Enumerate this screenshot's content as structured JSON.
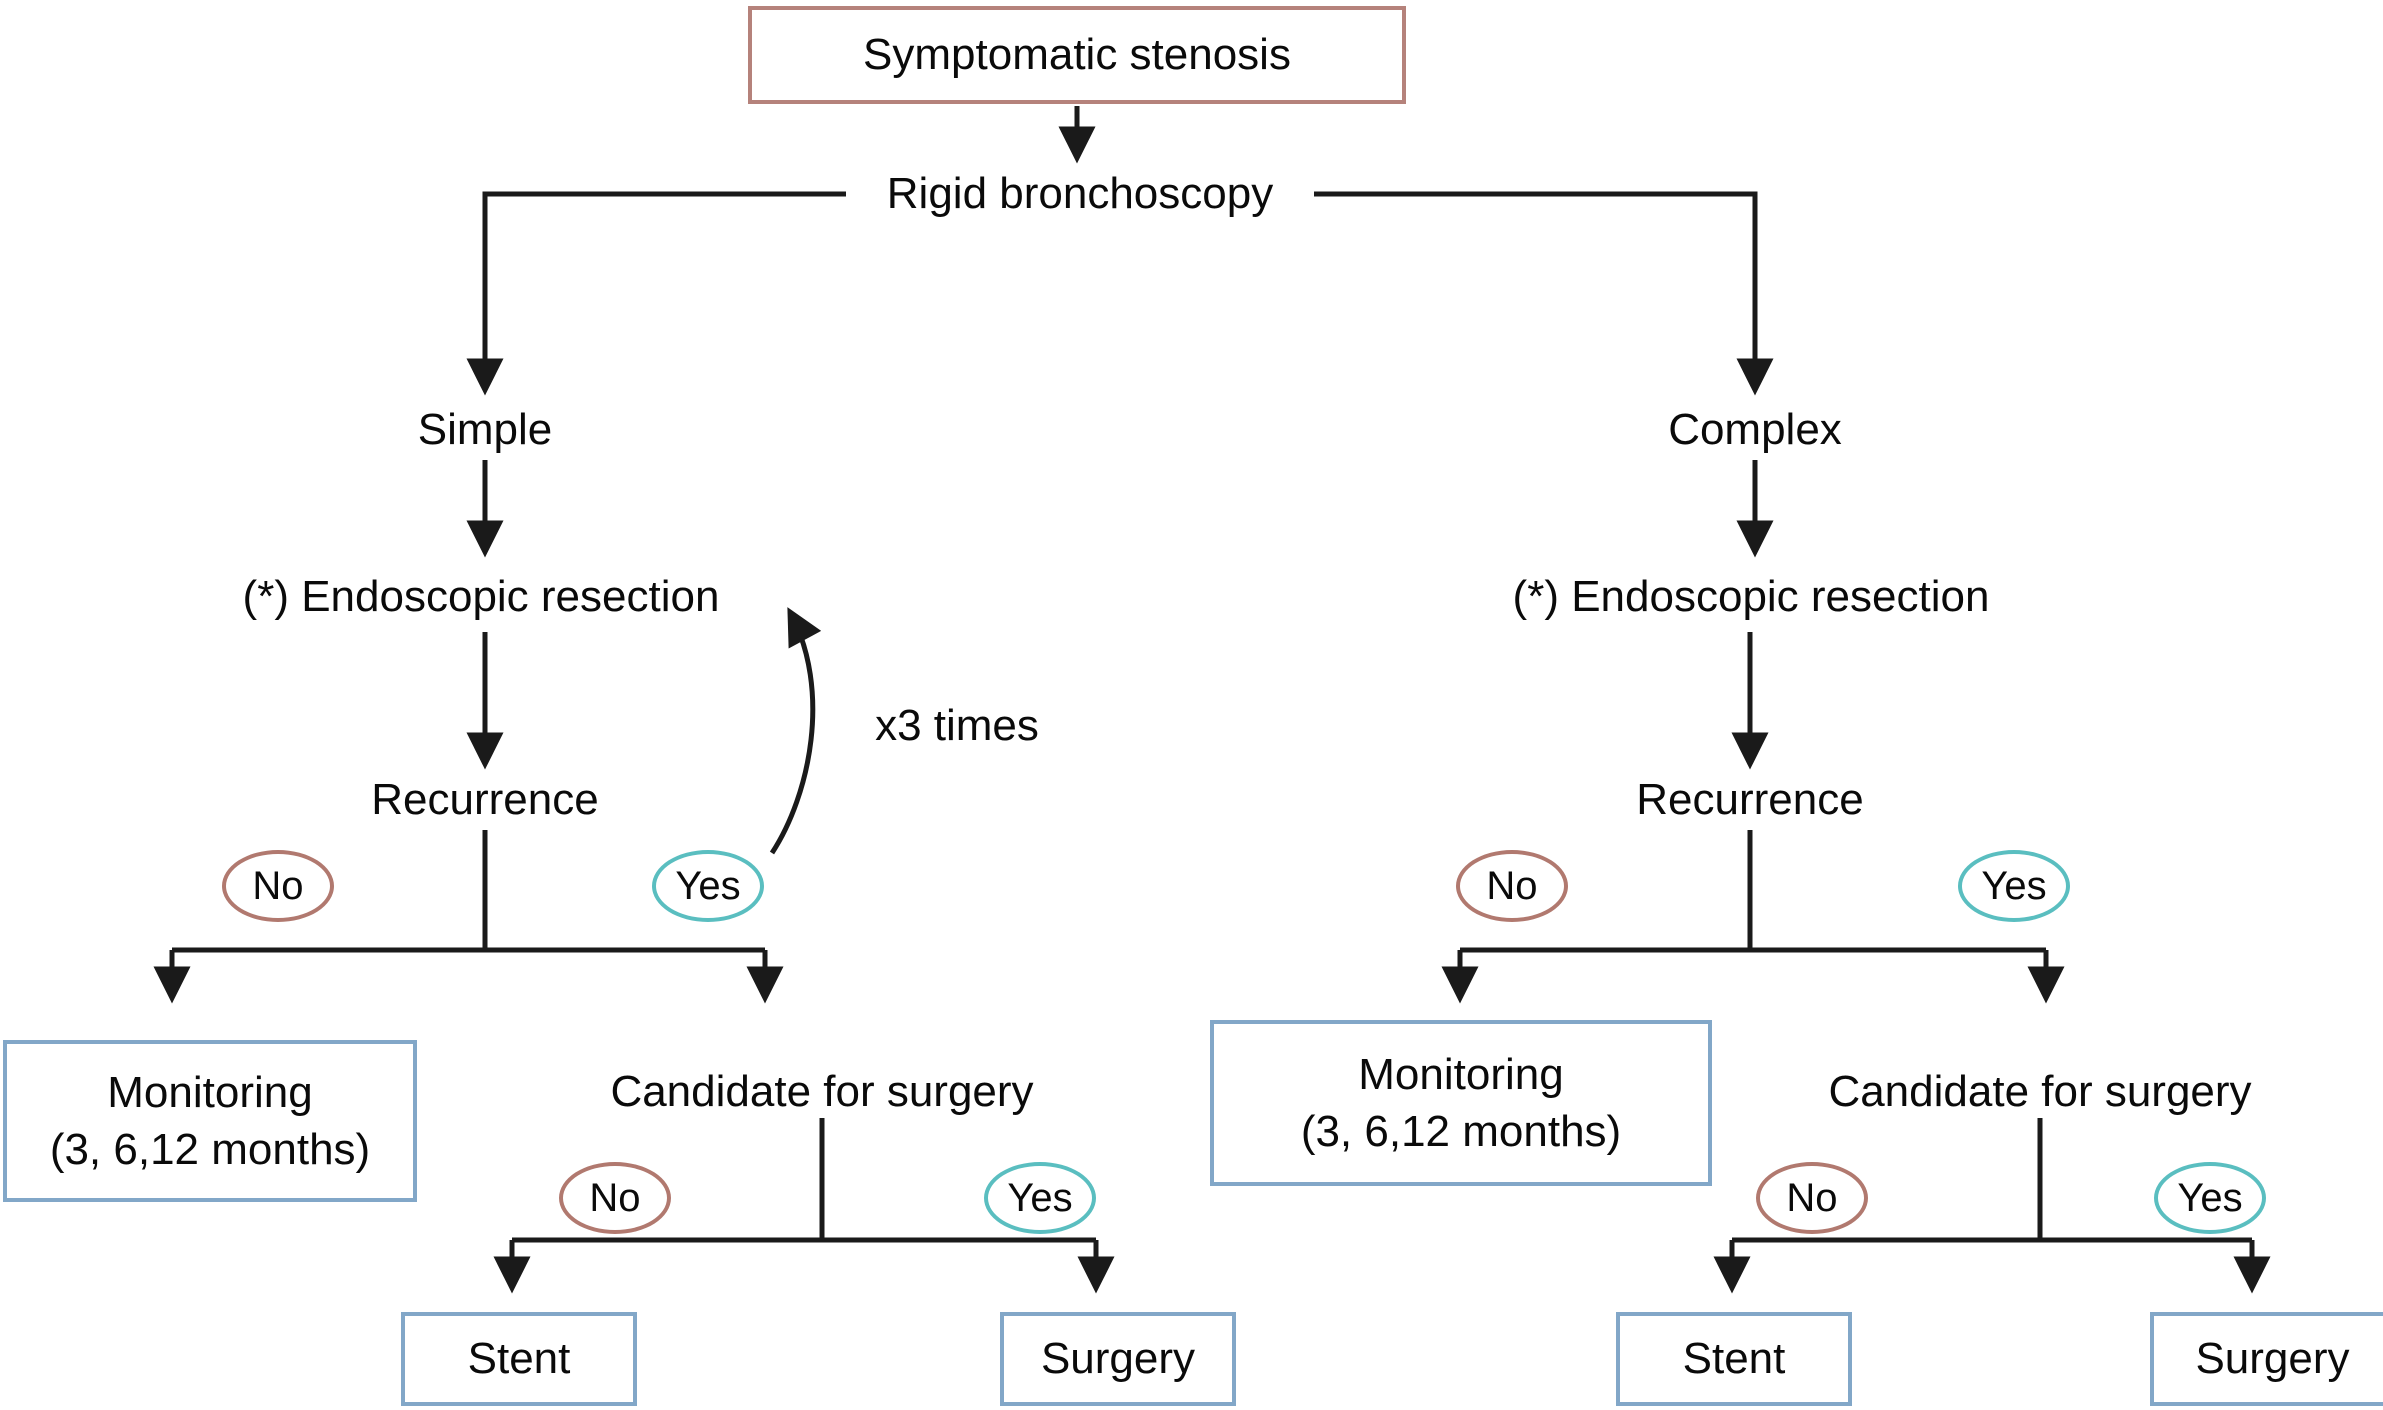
{
  "colors": {
    "line": "#1a1a1a",
    "text": "#0a0a0a",
    "rose": "#b5827b",
    "blue": "#82a7c8",
    "no": "#b1796f",
    "yes": "#5abec0",
    "bg": "#ffffff"
  },
  "root": {
    "label": "Symptomatic stenosis"
  },
  "procedure": {
    "label": "Rigid bronchoscopy"
  },
  "loop": {
    "label": "x3 times"
  },
  "branches": [
    {
      "id": "left",
      "severity": "Simple",
      "resection": "(*) Endoscopic resection",
      "recurrence": "Recurrence",
      "recurrence_no": "No",
      "recurrence_yes": "Yes",
      "monitoring_line1": "Monitoring",
      "monitoring_line2": "(3, 6,12 months)",
      "candidate": "Candidate for surgery",
      "candidate_no": "No",
      "candidate_yes": "Yes",
      "stent": "Stent",
      "surgery": "Surgery"
    },
    {
      "id": "right",
      "severity": "Complex",
      "resection": "(*) Endoscopic resection",
      "recurrence": "Recurrence",
      "recurrence_no": "No",
      "recurrence_yes": "Yes",
      "monitoring_line1": "Monitoring",
      "monitoring_line2": "(3, 6,12 months)",
      "candidate": "Candidate for surgery",
      "candidate_no": "No",
      "candidate_yes": "Yes",
      "stent": "Stent",
      "surgery": "Surgery"
    }
  ]
}
